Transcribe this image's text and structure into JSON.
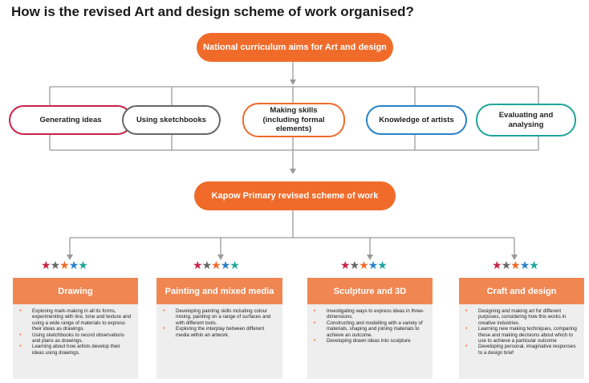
{
  "title": "How is the revised Art and design scheme of work organised?",
  "top_node": "National curriculum aims for Art and design",
  "middle_node": "Kapow Primary revised scheme of work",
  "aims": [
    {
      "label": "Generating ideas",
      "border_color": "#c8234a"
    },
    {
      "label": "Using sketchbooks",
      "border_color": "#666666"
    },
    {
      "label": "Making skills\n(including formal\nelements)",
      "border_color": "#f06b2a"
    },
    {
      "label": "Knowledge of artists",
      "border_color": "#2b82c7"
    },
    {
      "label": "Evaluating and\nanalysing",
      "border_color": "#1fa59b"
    }
  ],
  "star_colors": [
    "#c8234a",
    "#666666",
    "#f06b2a",
    "#2b82c7",
    "#1fa59b"
  ],
  "strands": [
    {
      "title": "Drawing",
      "points": [
        "Exploring mark-making in all its forms, experimenting with line, tone and texture and using a wide range of materials to express their ideas as drawings.",
        "Using sketchbooks to record observations and plans as drawings.",
        "Learning about how artists develop their ideas using drawings."
      ]
    },
    {
      "title": "Painting and mixed media",
      "points": [
        "Developing painting skills including colour mixing, painting on a range of surfaces and with different tools.",
        "Exploring the interplay between different media within an artwork."
      ]
    },
    {
      "title": "Sculpture and 3D",
      "points": [
        "Investigating ways to express ideas in three-dimensions.",
        "Constructing and modelling with a variety of materials, shaping and joining materials to achieve an outcome.",
        "Developing drawn ideas into sculpture"
      ]
    },
    {
      "title": "Craft and design",
      "points": [
        "Designing and making art for different purposes, considering how this works in creative industries.",
        "Learning new making techniques, comparing these and making decisions about which to use to achieve a particular outcome",
        "Developing personal, imaginative responses to a design brief"
      ]
    }
  ]
}
